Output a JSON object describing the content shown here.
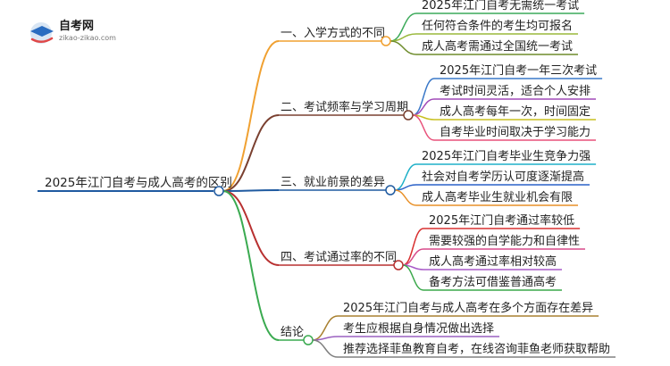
{
  "logo": {
    "name": "自考网",
    "url": "zikao-zikao.com"
  },
  "root": "2025年江门自考与成人高考的区别",
  "branches": [
    {
      "title": "一、入学方式的不同",
      "color": "#f0a030",
      "children": [
        {
          "text": "2025年江门自考无需统一考试",
          "color": "#3caa5a"
        },
        {
          "text": "任何符合条件的考生均可报名",
          "color": "#9ab83c"
        },
        {
          "text": "成人高考需通过全国统一考试",
          "color": "#6e8c2c"
        }
      ]
    },
    {
      "title": "二、考试频率与学习周期",
      "color": "#7a4030",
      "children": [
        {
          "text": "2025年江门自考一年三次考试",
          "color": "#3a78c8"
        },
        {
          "text": "考试时间灵活，适合个人安排",
          "color": "#a04ab8"
        },
        {
          "text": "成人高考每年一次，时间固定",
          "color": "#c8c020"
        },
        {
          "text": "自考毕业时间取决于学习能力",
          "color": "#e8507a"
        }
      ]
    },
    {
      "title": "三、就业前景的差异",
      "color": "#1f5aa0",
      "children": [
        {
          "text": "2025年江门自考毕业生竞争力强",
          "color": "#1eb0c8"
        },
        {
          "text": "社会对自考学历认可度逐渐提高",
          "color": "#2a60c8"
        },
        {
          "text": "成人高考毕业生就业机会有限",
          "color": "#e89028"
        }
      ]
    },
    {
      "title": "四、考试通过率的不同",
      "color": "#b83030",
      "children": [
        {
          "text": "2025年江门自考通过率较低",
          "color": "#d83030"
        },
        {
          "text": "需要较强的自学能力和自律性",
          "color": "#d84a8a"
        },
        {
          "text": "成人高考通过率相对较高",
          "color": "#a85ac8"
        },
        {
          "text": "备考方法可借鉴普通高考",
          "color": "#3aa84a"
        }
      ]
    },
    {
      "title": "结论",
      "color": "#3aaa50",
      "children": [
        {
          "text": "2025年江门自考与成人高考在多个方面存在差异",
          "color": "#a88030"
        },
        {
          "text": "考生应根据自身情况做出选择",
          "color": "#9a60c0"
        },
        {
          "text": "推荐选择菲鱼教育自考，在线咨询菲鱼老师获取帮助",
          "color": "#808080"
        }
      ]
    }
  ]
}
